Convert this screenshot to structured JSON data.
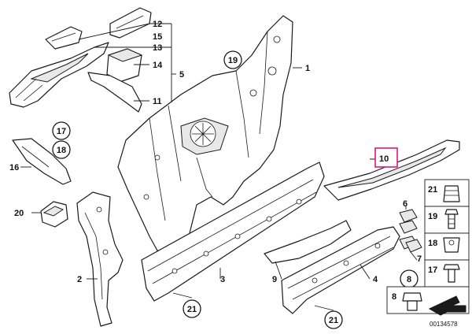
{
  "callouts": {
    "c1": "1",
    "c2": "2",
    "c3": "3",
    "c4": "4",
    "c5": "5",
    "c7": "7",
    "c9": "9",
    "c10": "10",
    "c11": "11",
    "c12": "12",
    "c13": "13",
    "c14": "14",
    "c15": "15",
    "c16": "16",
    "c20": "20"
  },
  "circled": {
    "c17": "17",
    "c18": "18",
    "c19": "19",
    "c21a": "21",
    "c21b": "21",
    "c8": "8"
  },
  "legend": [
    {
      "number": "21",
      "icon": "expanding-nut-icon"
    },
    {
      "number": "19",
      "icon": "hex-bolt-icon"
    },
    {
      "number": "18",
      "icon": "clip-nut-icon"
    },
    {
      "number": "17",
      "icon": "flange-bolt-icon"
    },
    {
      "number": "8",
      "icon": "rubber-plug-icon"
    }
  ],
  "small_parts": {
    "p6": "6",
    "p7": "7"
  },
  "diagram_id": "00134578",
  "colors": {
    "highlight": "#e0167f",
    "line": "#1a1a1a"
  }
}
